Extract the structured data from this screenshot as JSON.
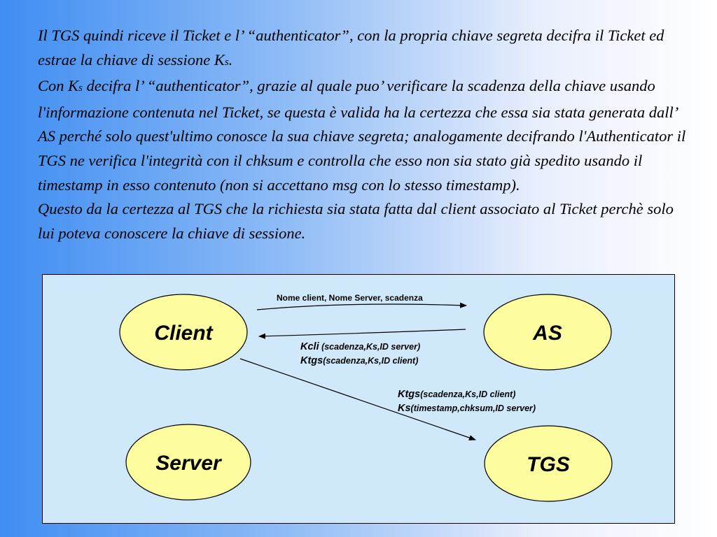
{
  "paragraphs": [
    {
      "parts": [
        "Il TGS quindi riceve il Ticket e l’ “authenticator”, con la propria chiave segreta decifra il Ticket ed estrae la chiave di sessione K",
        "s",
        "."
      ]
    },
    {
      "parts": [
        "Con K",
        "s",
        " decifra l’ “authenticator”, grazie al quale puo’ verificare la scadenza della chiave usando l'informazione contenuta nel Ticket, se questa è valida ha la certezza che essa sia stata generata dall’ AS perché solo quest'ultimo conosce la sua chiave segreta; analogamente decifrando l'Authenticator il TGS ne verifica l'integrità con il chksum e controlla che esso non sia stato già spedito usando il timestamp in esso contenuto (non si accettano msg con lo stesso timestamp)."
      ]
    },
    {
      "parts": [
        "Questo da la certezza al TGS che la richiesta sia stata fatta dal client associato al Ticket perchè solo lui poteva conoscere la chiave di sessione."
      ]
    }
  ],
  "diagram": {
    "nodes": {
      "client": "Client",
      "as": "AS",
      "server": "Server",
      "tgs": "TGS"
    },
    "colors": {
      "node_fill": "#fdfc9e",
      "box_fill": "#cfe9fb",
      "stroke": "#000000"
    },
    "messages": {
      "client_to_as": "Nome client, Nome Server, scadenza",
      "as_to_client": {
        "line1_main": "Kcli",
        "line1_detail": " (scadenza,Ks,ID server)",
        "line2_main": "Ktgs",
        "line2_detail": "(scadenza,Ks,ID client)"
      },
      "client_to_tgs": {
        "line1_main": "Ktgs",
        "line1_detail": "(scadenza,Ks,ID client)",
        "line2_main": "Ks",
        "line2_detail": "(timestamp,chksum,ID server)"
      }
    }
  }
}
